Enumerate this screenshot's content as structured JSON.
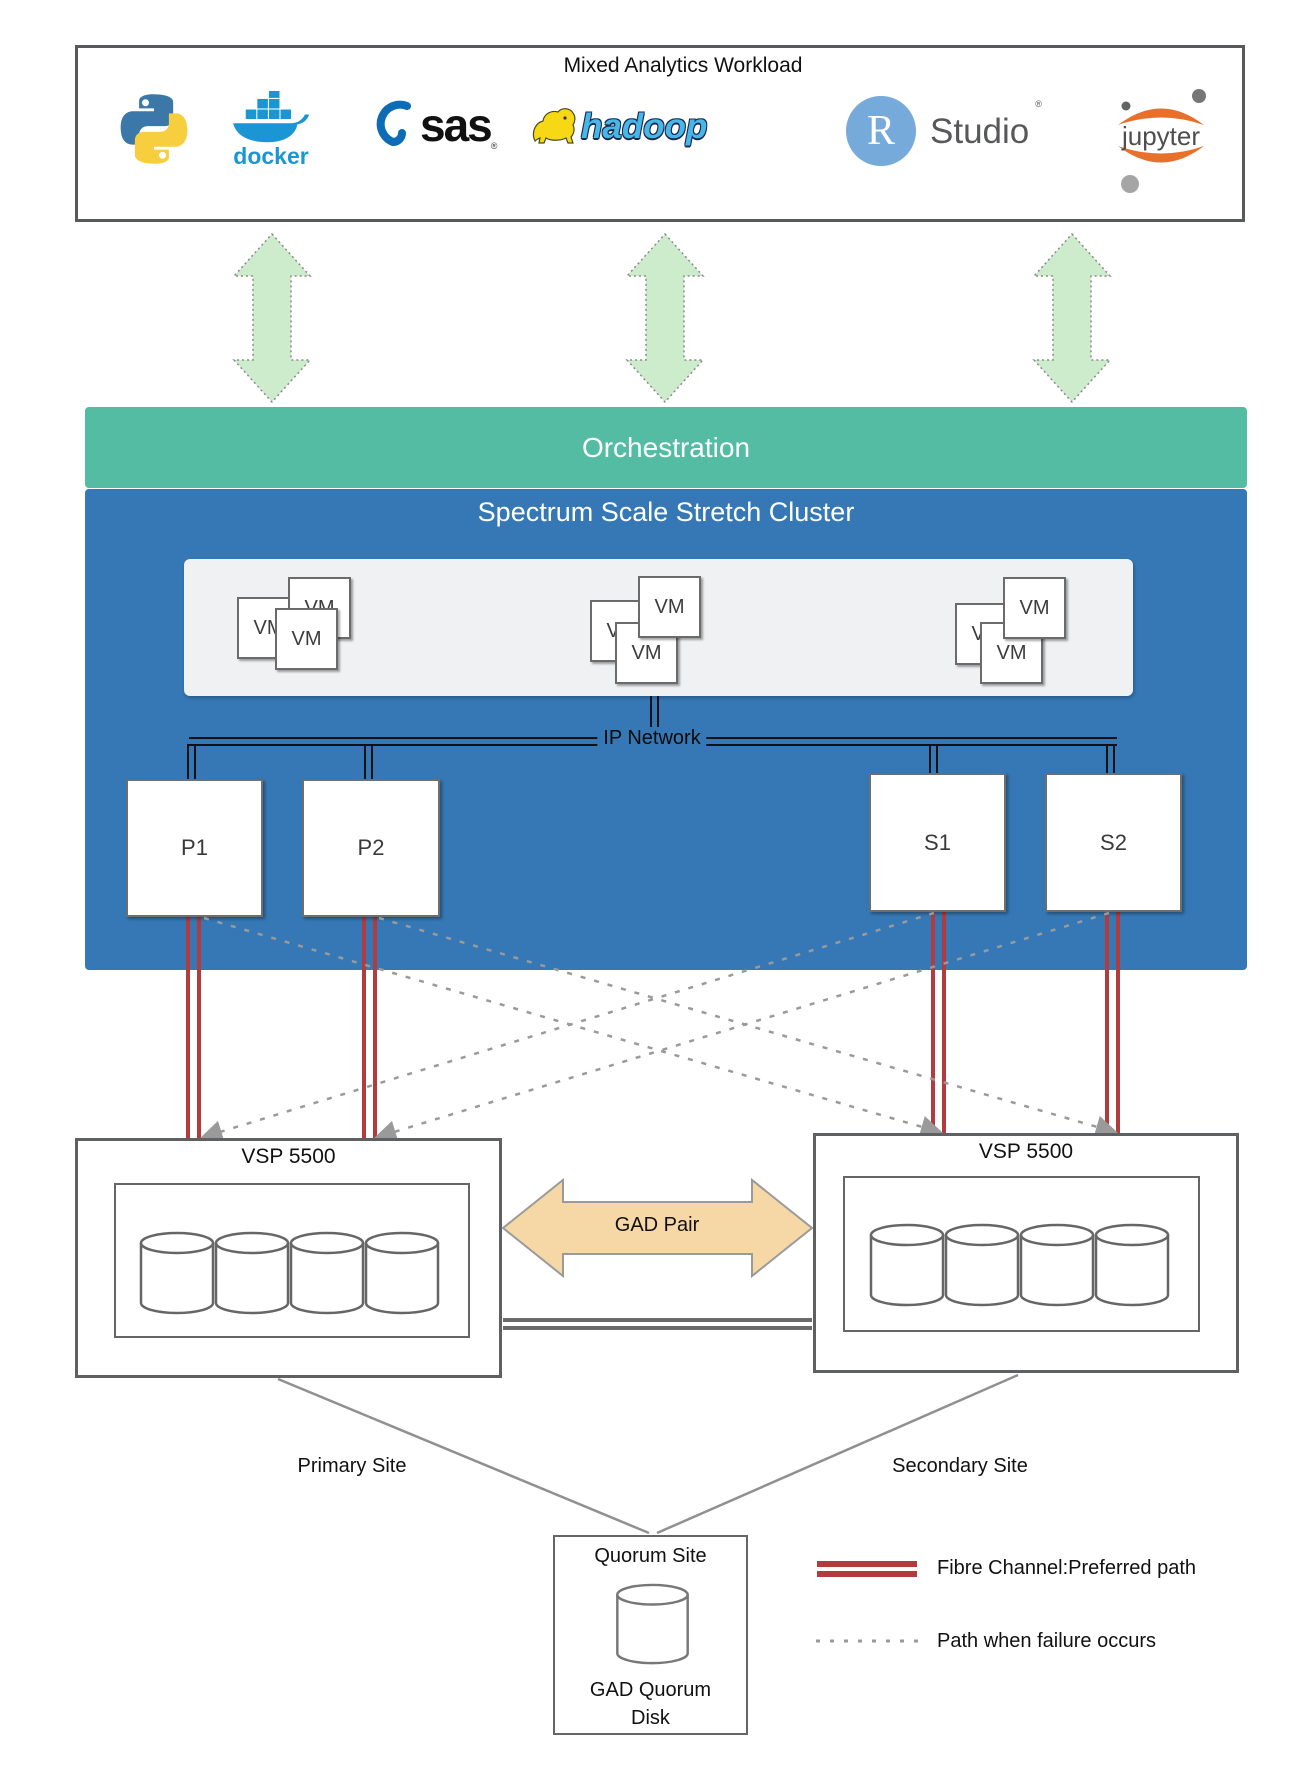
{
  "workload": {
    "title": "Mixed Analytics Workload",
    "logos": [
      {
        "name": "python"
      },
      {
        "name": "docker",
        "text": "docker"
      },
      {
        "name": "sas",
        "text": "sas",
        "reg": "®"
      },
      {
        "name": "hadoop",
        "text": "hadoop"
      },
      {
        "name": "rstudio",
        "text_r": "R",
        "text": "Studio",
        "reg": "®"
      },
      {
        "name": "jupyter",
        "text": "jupyter"
      }
    ]
  },
  "orchestration": {
    "label": "Orchestration"
  },
  "cluster": {
    "title": "Spectrum Scale Stretch Cluster",
    "vm_label": "VM",
    "ip_network_label": "IP Network",
    "nodes": [
      {
        "label": "P1"
      },
      {
        "label": "P2"
      },
      {
        "label": "S1"
      },
      {
        "label": "S2"
      }
    ]
  },
  "storage": {
    "left": {
      "title": "VSP 5500",
      "disk_count": 4
    },
    "right": {
      "title": "VSP 5500",
      "disk_count": 4
    },
    "gad_pair_label": "GAD Pair"
  },
  "sites": {
    "primary_label": "Primary Site",
    "secondary_label": "Secondary Site",
    "quorum": {
      "title": "Quorum Site",
      "disk_label_line1": "GAD Quorum",
      "disk_label_line2": "Disk"
    }
  },
  "legend": {
    "items": [
      {
        "label": "Fibre Channel:Preferred path",
        "style": "red-double-line"
      },
      {
        "label": "Path when failure occurs",
        "style": "gray-dashed-line"
      }
    ]
  },
  "colors": {
    "orchestration_bar": "#53bca2",
    "cluster_background": "#3578b5",
    "fibre_channel_red": "#b23b3e",
    "failure_path_gray": "#9a9a9a",
    "gad_arrow_fill": "#f6d8a6",
    "workload_arrow_green": "#cdeccb",
    "python_blue": "#3b77a8",
    "python_yellow": "#f7ce3e",
    "docker_blue": "#1a96d4",
    "sas_blue": "#0d6cb5",
    "hadoop_yellow": "#f6d814",
    "hadoop_text_blue": "#47b7ea",
    "rstudio_blue": "#75aadb",
    "jupyter_orange": "#e8702a"
  }
}
